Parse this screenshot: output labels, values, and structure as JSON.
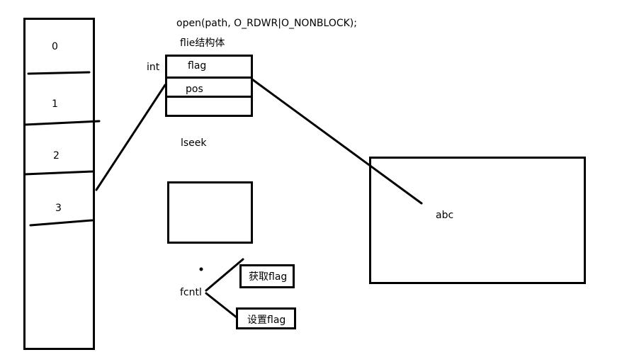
{
  "header": {
    "open_call": "open(path, O_RDWR|O_NONBLOCK);",
    "struct_title": "flie结构体"
  },
  "fd_table": {
    "entries": [
      "0",
      "1",
      "2",
      "3"
    ]
  },
  "file_struct": {
    "type_label": "int",
    "fields": [
      "flag",
      "pos"
    ]
  },
  "lseek_label": "lseek",
  "file_content": "abc",
  "fcntl": {
    "name": "fcntl",
    "actions": [
      "获取flag",
      "设置flag"
    ]
  }
}
